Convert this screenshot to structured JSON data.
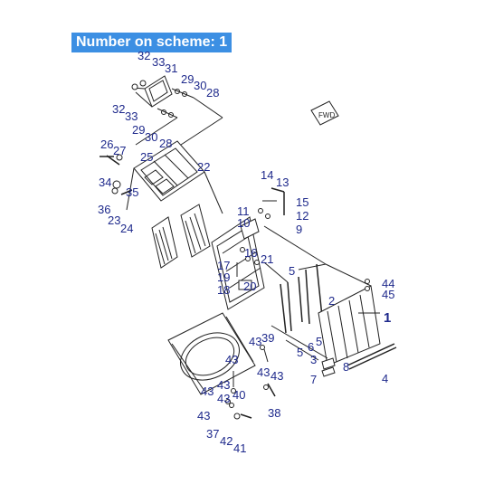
{
  "banner": {
    "text": "Number on scheme: 1"
  },
  "fwd_label": "FWD",
  "callouts": [
    {
      "id": "c32a",
      "text": "32"
    },
    {
      "id": "c33a",
      "text": "33"
    },
    {
      "id": "c31",
      "text": "31"
    },
    {
      "id": "c29a",
      "text": "29"
    },
    {
      "id": "c30a",
      "text": "30"
    },
    {
      "id": "c28a",
      "text": "28"
    },
    {
      "id": "c32b",
      "text": "32"
    },
    {
      "id": "c33b",
      "text": "33"
    },
    {
      "id": "c29b",
      "text": "29"
    },
    {
      "id": "c30b",
      "text": "30"
    },
    {
      "id": "c28b",
      "text": "28"
    },
    {
      "id": "c26",
      "text": "26"
    },
    {
      "id": "c27",
      "text": "27"
    },
    {
      "id": "c25",
      "text": "25"
    },
    {
      "id": "c22",
      "text": "22"
    },
    {
      "id": "c34",
      "text": "34"
    },
    {
      "id": "c35",
      "text": "35"
    },
    {
      "id": "c36",
      "text": "36"
    },
    {
      "id": "c23",
      "text": "23"
    },
    {
      "id": "c24",
      "text": "24"
    },
    {
      "id": "c14",
      "text": "14"
    },
    {
      "id": "c13",
      "text": "13"
    },
    {
      "id": "c15",
      "text": "15"
    },
    {
      "id": "c12",
      "text": "12"
    },
    {
      "id": "c9",
      "text": "9"
    },
    {
      "id": "c11",
      "text": "11"
    },
    {
      "id": "c10",
      "text": "10"
    },
    {
      "id": "c16",
      "text": "16"
    },
    {
      "id": "c21",
      "text": "21"
    },
    {
      "id": "c17",
      "text": "17"
    },
    {
      "id": "c19",
      "text": "19"
    },
    {
      "id": "c18",
      "text": "18"
    },
    {
      "id": "c20",
      "text": "20"
    },
    {
      "id": "c5a",
      "text": "5"
    },
    {
      "id": "c44",
      "text": "44"
    },
    {
      "id": "c45",
      "text": "45"
    },
    {
      "id": "c2",
      "text": "2"
    },
    {
      "id": "c1",
      "text": "1"
    },
    {
      "id": "c5b",
      "text": "5"
    },
    {
      "id": "c5c",
      "text": "5"
    },
    {
      "id": "c6",
      "text": "6"
    },
    {
      "id": "c3",
      "text": "3"
    },
    {
      "id": "c8",
      "text": "8"
    },
    {
      "id": "c7",
      "text": "7"
    },
    {
      "id": "c4",
      "text": "4"
    },
    {
      "id": "c43a",
      "text": "43"
    },
    {
      "id": "c39",
      "text": "39"
    },
    {
      "id": "c43b",
      "text": "43"
    },
    {
      "id": "c43c",
      "text": "43"
    },
    {
      "id": "c43d",
      "text": "43"
    },
    {
      "id": "c43e",
      "text": "43"
    },
    {
      "id": "c43f",
      "text": "43"
    },
    {
      "id": "c40",
      "text": "40"
    },
    {
      "id": "c43g",
      "text": "43"
    },
    {
      "id": "c43h",
      "text": "43"
    },
    {
      "id": "c38",
      "text": "38"
    },
    {
      "id": "c37",
      "text": "37"
    },
    {
      "id": "c42",
      "text": "42"
    },
    {
      "id": "c41",
      "text": "41"
    }
  ]
}
